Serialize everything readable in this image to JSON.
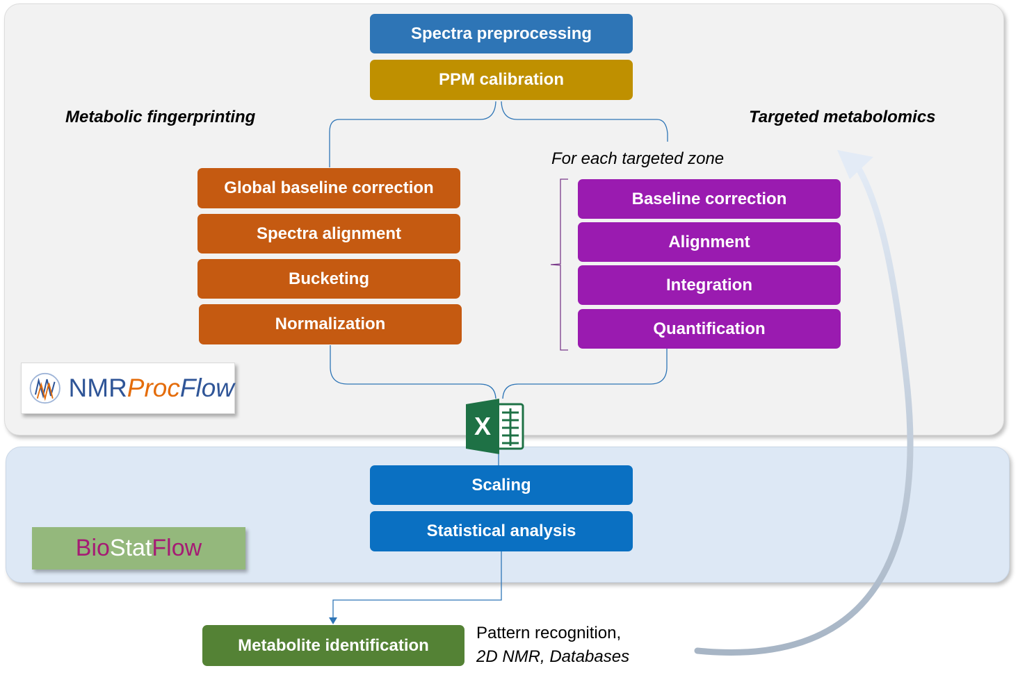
{
  "headings": {
    "left": "Metabolic fingerprinting",
    "right": "Targeted metabolomics",
    "zone": "For each targeted zone"
  },
  "top_boxes": {
    "preprocessing": "Spectra preprocessing",
    "calibration": "PPM calibration"
  },
  "fingerprinting_steps": [
    "Global baseline correction",
    "Spectra alignment",
    "Bucketing",
    "Normalization"
  ],
  "targeted_steps": [
    "Baseline correction",
    "Alignment",
    "Integration",
    "Quantification"
  ],
  "stat_steps": [
    "Scaling",
    "Statistical analysis"
  ],
  "identification": {
    "label": "Metabolite identification",
    "note_line1": "Pattern recognition,",
    "note_line2": "2D NMR, Databases"
  },
  "logos": {
    "nmr_prefix": "NMR",
    "nmr_proc": "Proc",
    "nmr_flow": "Flow",
    "bio_prefix": "Bio",
    "bio_stat": "Stat",
    "bio_flow": "Flow",
    "excel_letter": "X"
  },
  "colors": {
    "preprocessing": "#2e75b6",
    "calibration": "#bf9000",
    "fingerprinting": "#c55a11",
    "targeted": "#9a1bb0",
    "statistics": "#0a70c2",
    "identification": "#548235",
    "excel": "#1e7145",
    "connector": "#2e75b6"
  },
  "icons": [
    "nmrprocflow-logo",
    "biostatflow-logo",
    "excel-icon",
    "curved-arrow-icon"
  ]
}
